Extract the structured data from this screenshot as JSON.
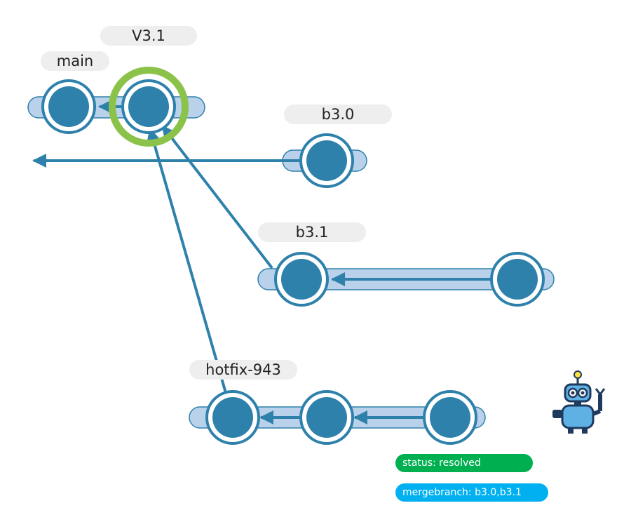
{
  "colors": {
    "node_fill": "#2e81ab",
    "node_ring": "#2e81ab",
    "track_fill": "#b9d1ea",
    "track_stroke": "#2e81ab",
    "edge": "#2e81ab",
    "highlight": "#8bc34a",
    "label_bg": "#eeeeee",
    "status_bg": "#00b050",
    "merge_bg": "#00b0f0"
  },
  "labels": {
    "tag": "V3.1",
    "main": "main",
    "b30": "b3.0",
    "b31": "b3.1",
    "hotfix": "hotfix-943"
  },
  "status": {
    "status_text": "status: resolved",
    "merge_text": "mergebranch: b3.0,b3.1"
  },
  "icons": {
    "robot": "robot-icon"
  }
}
